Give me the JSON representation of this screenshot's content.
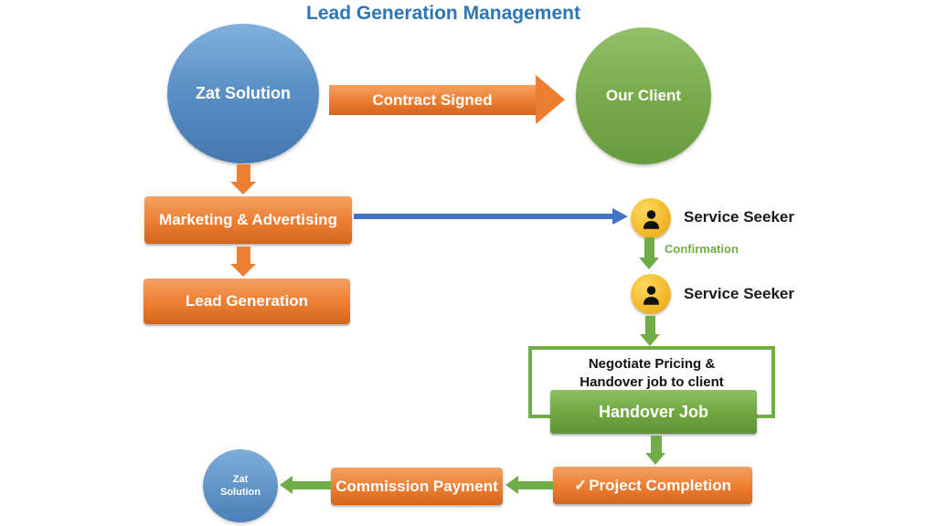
{
  "title": "Lead Generation Management",
  "palette": {
    "title_blue": "#2E75B6",
    "orange": "#ED7D31",
    "green": "#70AD47",
    "blue_node": "#5B91C6",
    "blue_arrow": "#4472C4",
    "person_yellow": "#F3B82A"
  },
  "nodes": {
    "zat_solution": "Zat Solution",
    "our_client": "Our Client",
    "marketing": "Marketing & Advertising",
    "lead_generation": "Lead Generation",
    "service_seeker_1": "Service Seeker",
    "service_seeker_2": "Service Seeker",
    "negotiate_line1": "Negotiate Pricing &",
    "negotiate_line2": "Handover job to client",
    "handover": "Handover Job",
    "project_completion_check": "✓",
    "project_completion": "Project Completion",
    "commission": "Commission Payment",
    "zat_small_line1": "Zat",
    "zat_small_line2": "Solution"
  },
  "edges": {
    "contract_signed": "Contract Signed",
    "confirmation": "Confirmation"
  }
}
